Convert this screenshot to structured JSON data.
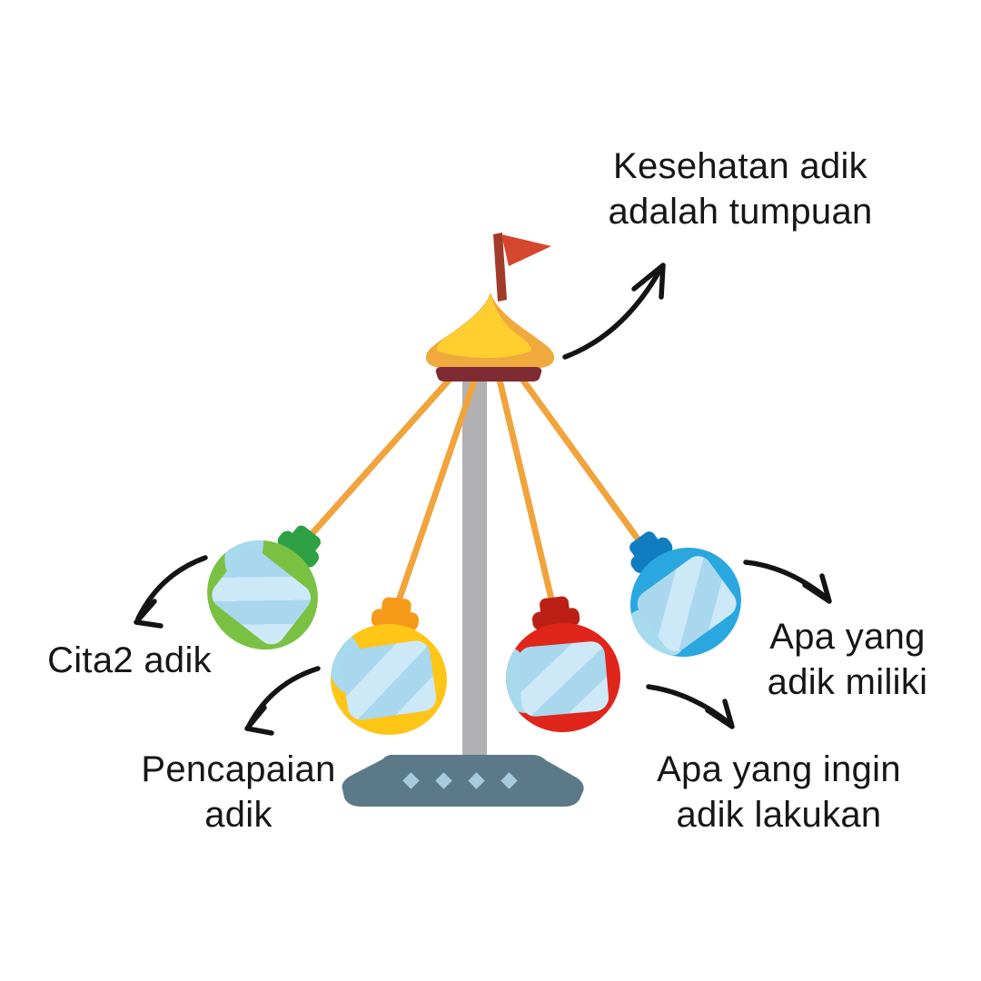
{
  "title": "Carousel swing-ride mind map (Indonesian)",
  "labels": {
    "health": {
      "line1": "Kesehatan adik",
      "line2": "adalah tumpuan"
    },
    "ambitions": {
      "line1": "Cita2 adik"
    },
    "achievements": {
      "line1": "Pencapaian",
      "line2": "adik"
    },
    "possessions": {
      "line1": "Apa yang",
      "line2": "adik miliki"
    },
    "desires": {
      "line1": "Apa yang ingin",
      "line2": "adik lakukan"
    }
  },
  "colors": {
    "background": "#ffffff",
    "text_black": "#161616",
    "arrow_black": "#141414",
    "canopy_gold": "#F0A93C",
    "canopy_yellow": "#FFCE2F",
    "canopy_band": "#7E2B34",
    "flag_red": "#D6462F",
    "flag_pole": "#A23C2A",
    "pole_gray": "#B1B1B3",
    "base_slate": "#5B7989",
    "base_diamond": "#A6CBDF",
    "string_gold": "#F1A33C",
    "green_body": "#7AC143",
    "green_cap": "#2FA044",
    "yellow_body": "#FFC517",
    "yellow_cap": "#F59A18",
    "red_body": "#E0251B",
    "red_cap": "#BC1F15",
    "blue_body": "#2AA7DF",
    "blue_cap": "#117DC1",
    "window_blue": "#A9D7EE",
    "window_light": "#CDE9F7",
    "patch_blue": "#A7DAEC"
  }
}
